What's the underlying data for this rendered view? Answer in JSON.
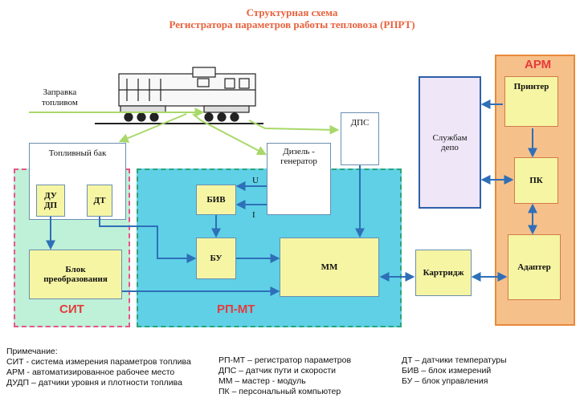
{
  "title": {
    "line1": "Структурная схема",
    "line2": "Регистратора параметров работы тепловоза (РПРТ)"
  },
  "labels": {
    "fuel_fill": "Заправка\nтопливом",
    "fuel_tank": "Топливный бак",
    "sit": "СИТ",
    "rpmt": "РП-МТ",
    "arm": "АРМ",
    "u": "U",
    "i": "I"
  },
  "blocks": {
    "dudp": "ДУ\nДП",
    "dt": "ДТ",
    "conversion": "Блок\nпреобразования",
    "biv": "БИВ",
    "bu": "БУ",
    "mm": "ММ",
    "diesel": "Дизель -\nгенератор",
    "dps": "ДПС",
    "depot": "Службам\nдепо",
    "printer": "Принтер",
    "pk": "ПК",
    "adapter": "Адаптер",
    "cartridge": "Картридж"
  },
  "notes": {
    "col1": [
      "Примечание:",
      "СИТ - система измерения параметров топлива",
      "АРМ - автоматизированное рабочее место",
      "ДУДП – датчики уровня и плотности топлива"
    ],
    "col2": [
      "РП-МТ – регистратор параметров",
      "ДПС – датчик пути и скорости",
      "ММ – мастер - модуль",
      "ПК – персональный компьютер"
    ],
    "col3": [
      "ДТ – датчики температуры",
      "БИВ – блок измерений",
      "БУ – блок управления"
    ]
  },
  "colors": {
    "title": "#e8613c",
    "yellow": "#f6f5a3",
    "arrow_blue": "#2e6fb8",
    "line_green": "#a8d86a",
    "rpmt_fill": "#5fd0e6",
    "sit_fill": "#bff0d8",
    "arm_fill": "#f6c08a",
    "sit_border": "#e8548a",
    "rpmt_border": "#2aa37a",
    "arm_border": "#e88a3a"
  }
}
